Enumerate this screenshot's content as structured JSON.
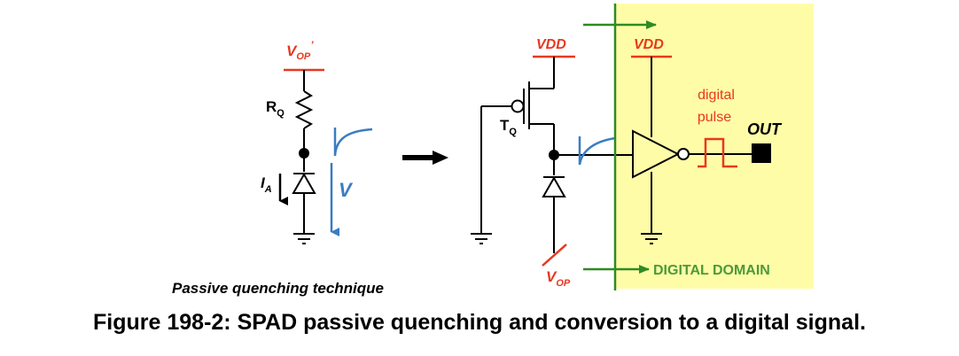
{
  "labels": {
    "vop_prime": "V",
    "vop_prime_sub": "OP",
    "vop_prime_mark": "’",
    "rq": "R",
    "rq_sub": "Q",
    "ia": "I",
    "ia_sub": "A",
    "v": "V",
    "passive_title": "Passive quenching technique",
    "vdd_left": "VDD",
    "vdd_right": "VDD",
    "tq": "T",
    "tq_sub": "Q",
    "digital_pulse_1": "digital",
    "digital_pulse_2": "pulse",
    "out": "OUT",
    "digital_domain": "DIGITAL DOMAIN",
    "vop": "V",
    "vop_sub": "OP"
  },
  "caption": "Figure 198-2: SPAD passive quenching and conversion to a digital signal.",
  "colors": {
    "wire": "#000000",
    "supply_red": "#e8381e",
    "signal_blue": "#3a7cc3",
    "domain_green": "#2e8b22",
    "domain_fill": "#fffca8",
    "domain_text": "#4a9a3a"
  }
}
